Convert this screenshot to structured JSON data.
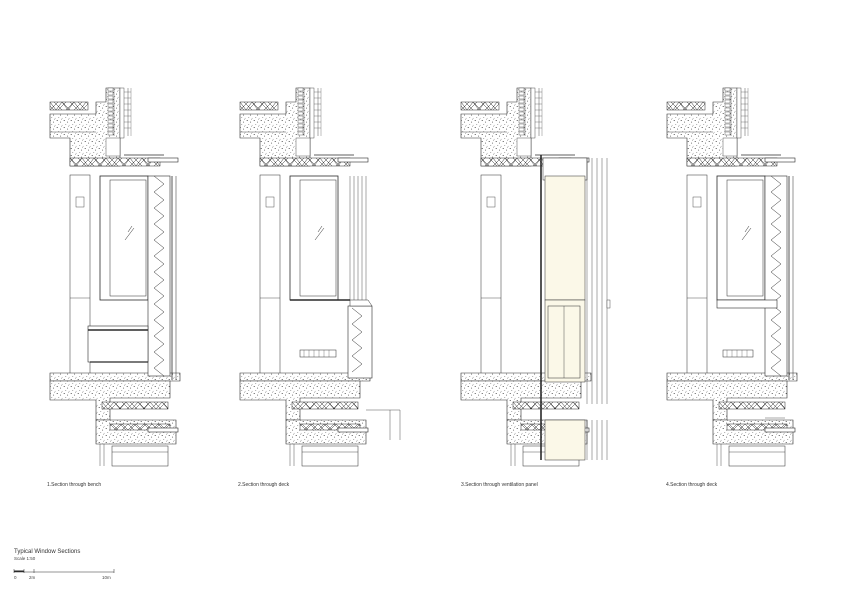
{
  "sections": [
    {
      "number": "1.",
      "caption": "Section through bench",
      "variant": "bench"
    },
    {
      "number": "2.",
      "caption": "Section through deck",
      "variant": "deck"
    },
    {
      "number": "3.",
      "caption": "Section through ventilation panel",
      "variant": "vent"
    },
    {
      "number": "4.",
      "caption": "Section through deck",
      "variant": "deck2"
    }
  ],
  "title_block": {
    "title": "Typical Window Sections",
    "scale": "Scale 1:50",
    "scalebar": [
      "0",
      "2m",
      "10m"
    ]
  },
  "colors": {
    "line": "#2a2a2a",
    "glazing_panel": "#fbf8e8",
    "concrete_fill": "#ffffff"
  }
}
